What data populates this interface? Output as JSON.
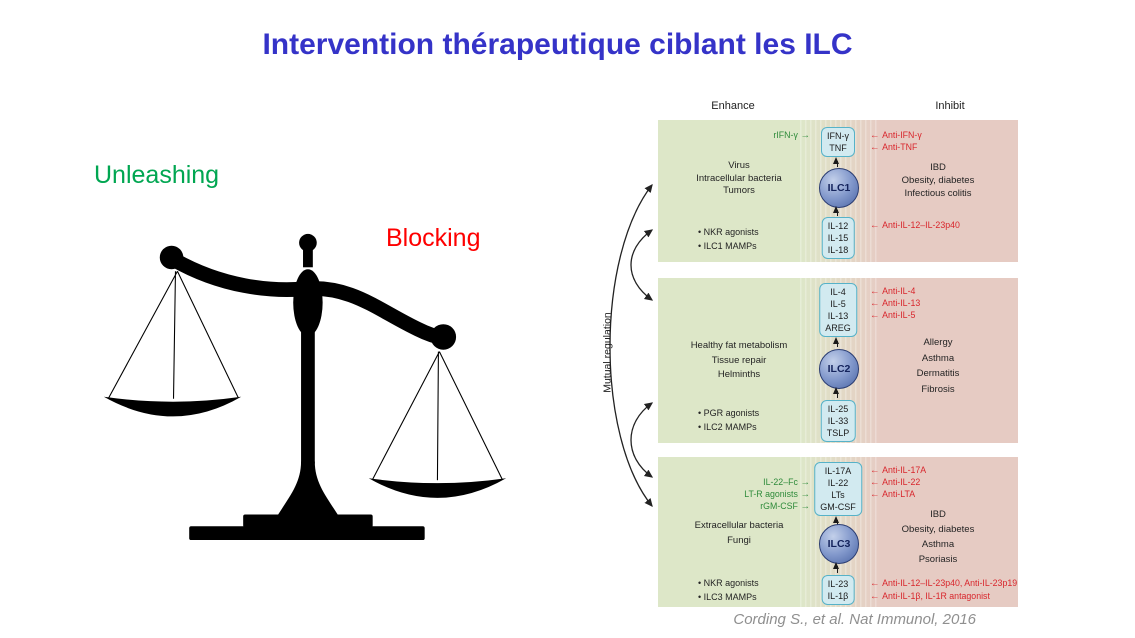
{
  "slide": {
    "title": "Intervention thérapeutique ciblant les ILC",
    "unleashing_label": "Unleashing",
    "blocking_label": "Blocking",
    "citation": "Cording S., et al. Nat Immunol, 2016"
  },
  "colors": {
    "title_blue": "#3533c8",
    "unleashing_green": "#00a651",
    "blocking_red": "#fe0000",
    "enhance_bg": "#dde7c8",
    "inhibit_bg": "#e6cbc3",
    "enhancer_text": "#2e8b3a",
    "inhibitor_text": "#d8262c",
    "cytokine_box_bg": "#d2eaf0",
    "cytokine_box_border": "#56b2c8",
    "ilc_cell_blue": "#8399cc"
  },
  "figure": {
    "column_headers": {
      "enhance": "Enhance",
      "inhibit": "Inhibit"
    },
    "mutual_regulation_label": "Mutual regulation",
    "panels": [
      {
        "id": "ILC1",
        "cell_label": "ILC1",
        "enhancer_labels": [
          "rIFN-γ"
        ],
        "top_box": [
          "IFN-γ",
          "TNF"
        ],
        "top_box_inhibitors": [
          "Anti-IFN-γ",
          "Anti-TNF"
        ],
        "enhance_conditions": [
          "Virus",
          "Intracellular bacteria",
          "Tumors"
        ],
        "enhance_agents": [
          "NKR agonists",
          "ILC1 MAMPs"
        ],
        "bottom_box": [
          "IL-12",
          "IL-15",
          "IL-18"
        ],
        "bottom_box_inhibitors": [
          "Anti-IL-12–IL-23p40"
        ],
        "inhibit_conditions": [
          "IBD",
          "Obesity, diabetes",
          "Infectious colitis"
        ]
      },
      {
        "id": "ILC2",
        "cell_label": "ILC2",
        "enhancer_labels": [],
        "top_box": [
          "IL-4",
          "IL-5",
          "IL-13",
          "AREG"
        ],
        "top_box_inhibitors": [
          "Anti-IL-4",
          "Anti-IL-13",
          "Anti-IL-5"
        ],
        "enhance_conditions": [
          "Healthy fat metabolism",
          "Tissue repair",
          "Helminths"
        ],
        "enhance_agents": [
          "PGR agonists",
          "ILC2 MAMPs"
        ],
        "bottom_box": [
          "IL-25",
          "IL-33",
          "TSLP"
        ],
        "bottom_box_inhibitors": [],
        "inhibit_conditions": [
          "Allergy",
          "Asthma",
          "Dermatitis",
          "Fibrosis"
        ]
      },
      {
        "id": "ILC3",
        "cell_label": "ILC3",
        "enhancer_labels": [
          "IL-22–Fc",
          "LT-R agonists",
          "rGM-CSF"
        ],
        "top_box": [
          "IL-17A",
          "IL-22",
          "LTs",
          "GM-CSF"
        ],
        "top_box_inhibitors": [
          "Anti-IL-17A",
          "Anti-IL-22",
          "Anti-LTA"
        ],
        "enhance_conditions": [
          "Extracellular bacteria",
          "Fungi"
        ],
        "enhance_agents": [
          "NKR agonists",
          "ILC3 MAMPs"
        ],
        "bottom_box": [
          "IL-23",
          "IL-1β"
        ],
        "bottom_box_inhibitors": [
          "Anti-IL-12–IL-23p40, Anti-IL-23p19",
          "Anti-IL-1β, IL-1R antagonist"
        ],
        "inhibit_conditions": [
          "IBD",
          "Obesity, diabetes",
          "Asthma",
          "Psoriasis"
        ]
      }
    ]
  }
}
